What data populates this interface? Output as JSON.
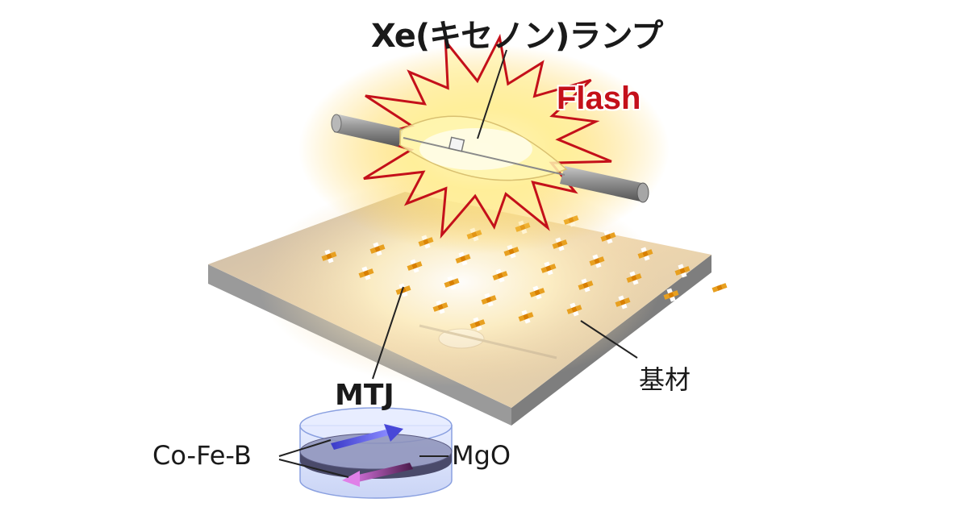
{
  "labels": {
    "lamp": "Xe(キセノン)ランプ",
    "flash": "Flash",
    "substrate": "基材",
    "mtj": "MTJ",
    "cofeb": "Co-Fe-B",
    "mgo": "MgO"
  },
  "colors": {
    "flash_red": "#c4101a",
    "glow_yellow": "#ffe25a",
    "substrate_top": "#d9c8a8",
    "substrate_side": "#8a8a8a",
    "electrode": "#e8a020",
    "cylinder_blue": "#c8d6ff",
    "arrow_blue": "#4a4ae0",
    "arrow_purple": "#7a2a6a"
  },
  "array": {
    "rows": 5,
    "cols": 6
  }
}
